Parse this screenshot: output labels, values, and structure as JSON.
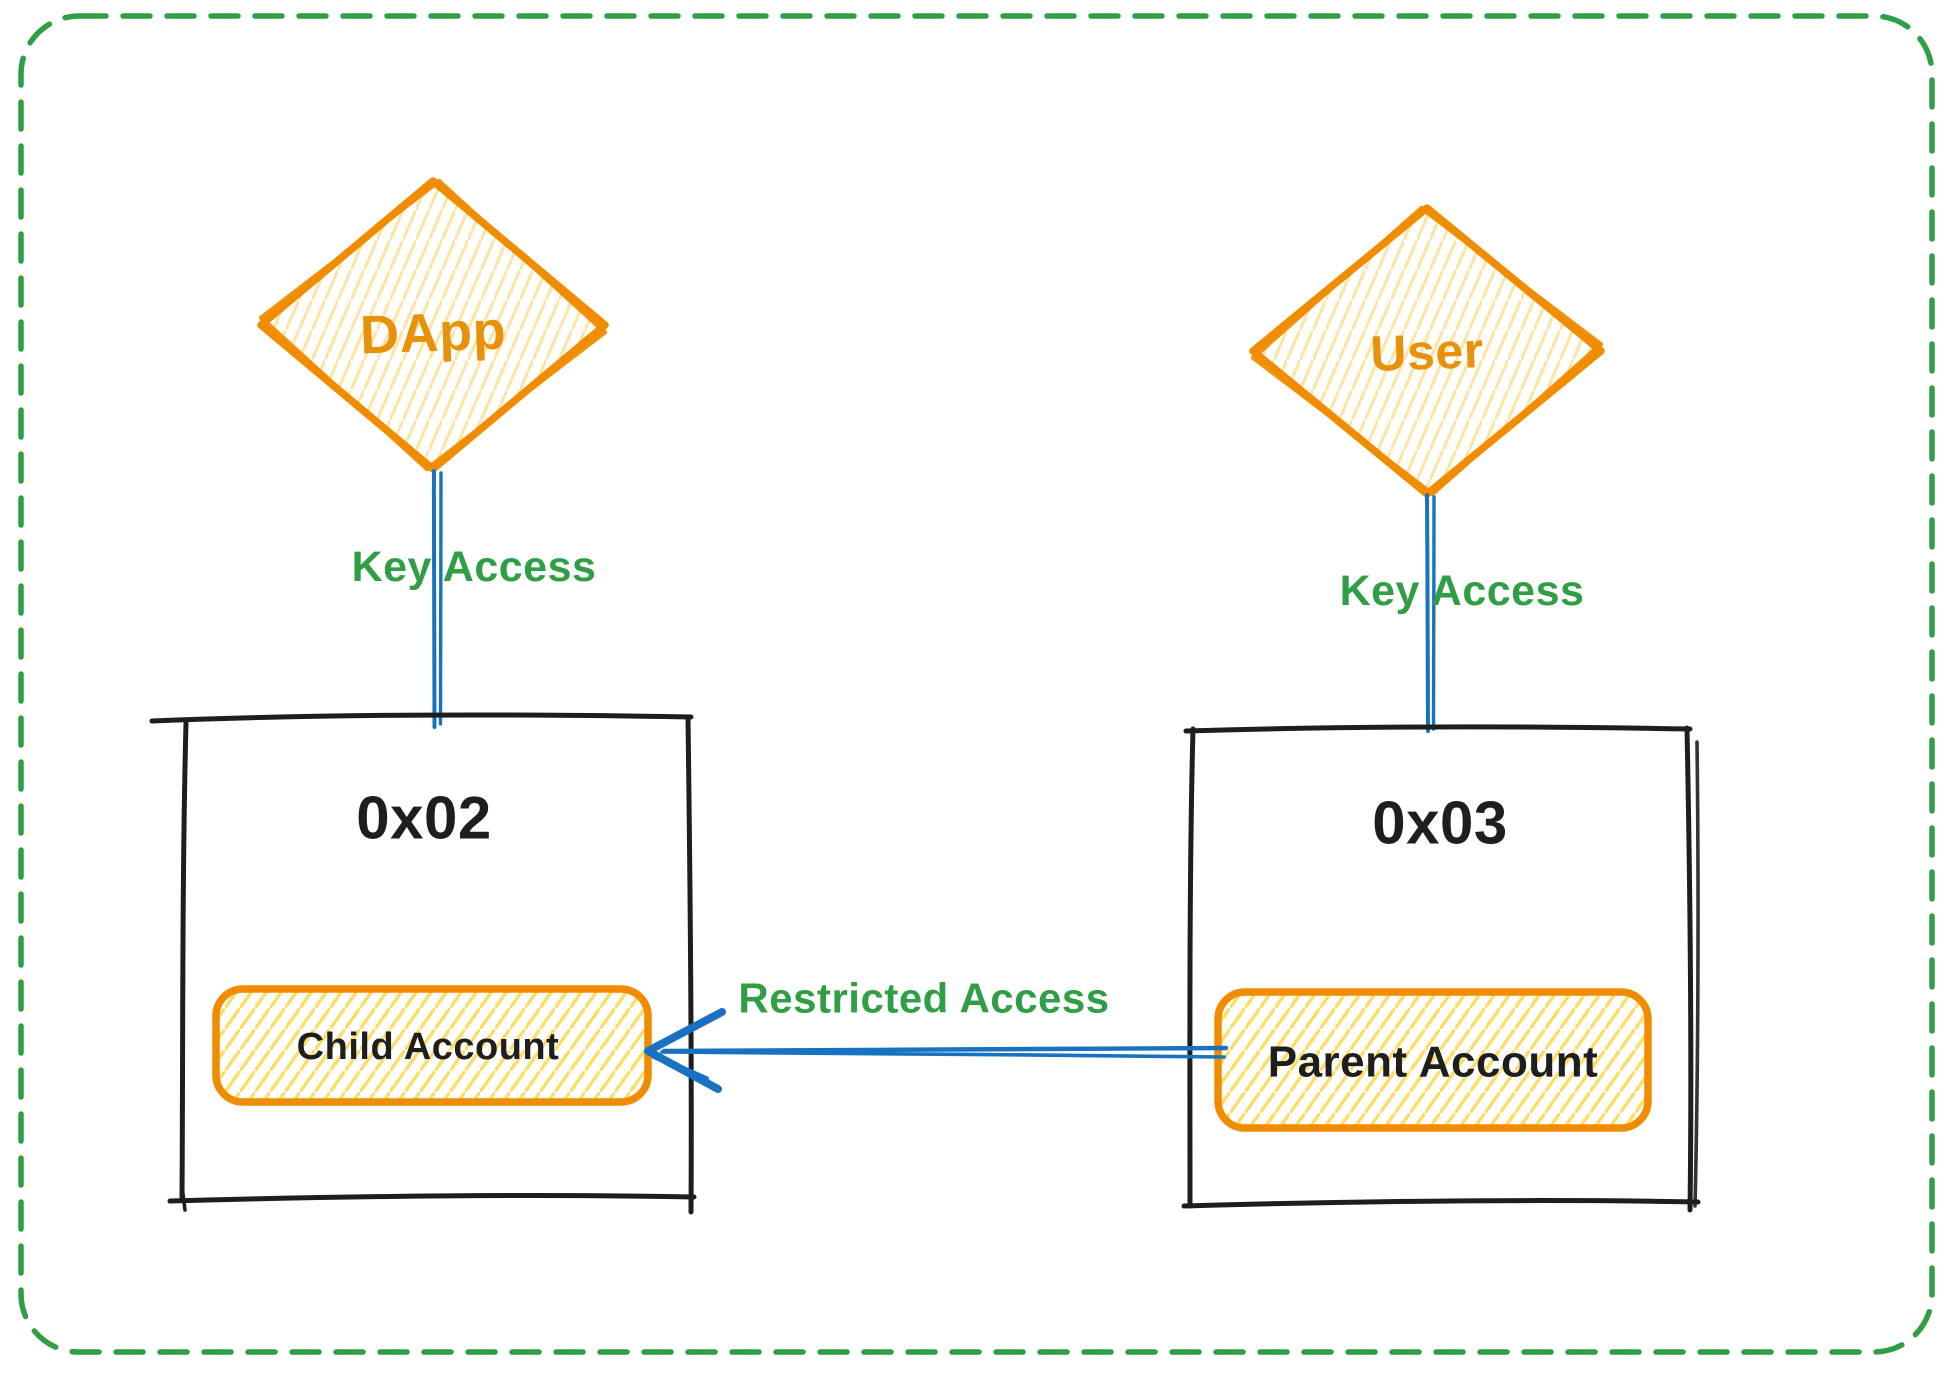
{
  "diagram": {
    "title_hint": "Parent-child account key access diagram",
    "border": {
      "color": "#2f9e44",
      "style": "dashed"
    },
    "actors": [
      {
        "id": "dapp",
        "label": "DApp",
        "shape": "diamond",
        "stroke": "#f08c00",
        "fill_hatch": "#ffe3a1"
      },
      {
        "id": "user",
        "label": "User",
        "shape": "diamond",
        "stroke": "#f08c00",
        "fill_hatch": "#ffe3a1"
      }
    ],
    "accounts": [
      {
        "id": "left-box",
        "address": "0x02",
        "inner_label": "Child Account",
        "inner_stroke": "#f08c00",
        "inner_hatch": "#ffd43b"
      },
      {
        "id": "right-box",
        "address": "0x03",
        "inner_label": "Parent Account",
        "inner_stroke": "#f08c00",
        "inner_hatch": "#ffd43b"
      }
    ],
    "connections": [
      {
        "from": "DApp",
        "to": "0x02",
        "label": "Key Access",
        "color": "#1971c2",
        "arrow": "none"
      },
      {
        "from": "User",
        "to": "0x03",
        "label": "Key Access",
        "color": "#1971c2",
        "arrow": "none"
      },
      {
        "from": "Parent Account",
        "to": "Child Account",
        "label": "Restricted Access",
        "color": "#1971c2",
        "arrow": "left"
      }
    ]
  },
  "colors": {
    "background": "#ffffff",
    "ink": "#1e1e1e",
    "green": "#2f9e44",
    "orange": "#f08c00",
    "blue": "#1971c2",
    "hatch_light": "#ffe3a1",
    "hatch_deep": "#ffd43b"
  }
}
